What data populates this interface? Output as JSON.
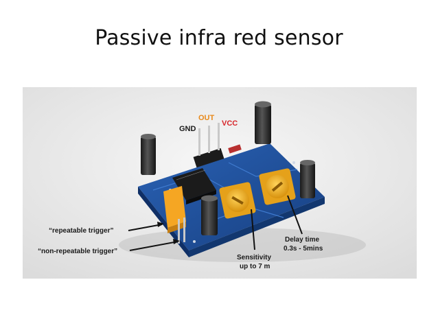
{
  "slide": {
    "title": "Passive infra red sensor"
  },
  "figure": {
    "pins": {
      "gnd": "GND",
      "out": "OUT",
      "vcc": "VCC"
    },
    "callouts": {
      "repeatable": "“repeatable trigger”",
      "non_repeatable": "“non-repeatable trigger”",
      "sensitivity_line1": "Sensitivity",
      "sensitivity_line2": "up to 7 m",
      "delay_line1": "Delay time",
      "delay_line2": "0.3s - 5mins"
    },
    "colors": {
      "board": "#1d4f9c",
      "out_label": "#e8891a",
      "vcc_label": "#d7262b",
      "pot": "#f2b11f",
      "jumper": "#f5a623"
    }
  }
}
